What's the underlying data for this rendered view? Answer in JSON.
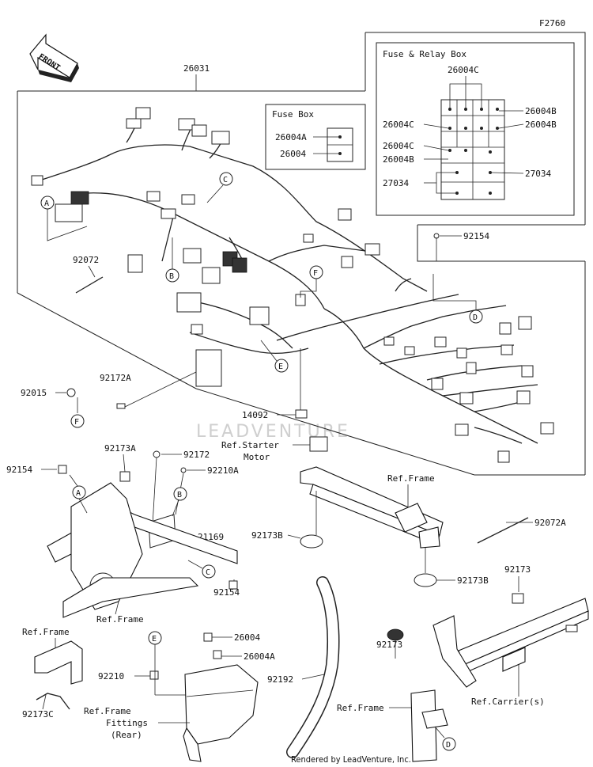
{
  "diagram_code": "F2760",
  "front_label": "FRONT",
  "watermark": "LEADVENTURE",
  "footer": "Rendered by LeadVenture, Inc.",
  "fuse_relay_box": {
    "title": "Fuse & Relay Box",
    "labels": [
      "26004C",
      "26004B",
      "26004C",
      "26004B",
      "26004C",
      "26004B",
      "27034",
      "27034"
    ]
  },
  "fuse_box": {
    "title": "Fuse Box",
    "labels": [
      "26004A",
      "26004"
    ]
  },
  "part_labels": {
    "p26031": "26031",
    "p92072": "92072",
    "p92154_top": "92154",
    "p92172A": "92172A",
    "p92015": "92015",
    "p14092": "14092",
    "ref_starter_1": "Ref.Starter",
    "ref_starter_2": "Motor",
    "p92173A": "92173A",
    "p92172": "92172",
    "p92154_left": "92154",
    "p92210A": "92210A",
    "p21169": "21169",
    "ref_frame_left": "Ref.Frame",
    "p92154_bottom": "92154",
    "ref_frame_mid": "Ref.Frame",
    "p92173B_1": "92173B",
    "p92173B_2": "92173B",
    "p92072A": "92072A",
    "p92173_1": "92173",
    "p92173_2": "92173",
    "ref_frame_bl": "Ref.Frame",
    "p92210": "92210",
    "p26004": "26004",
    "p26004A": "26004A",
    "ref_fittings_1": "Ref.Frame",
    "ref_fittings_2": "Fittings",
    "ref_fittings_3": "(Rear)",
    "p92173C": "92173C",
    "p92192": "92192",
    "ref_frame_br": "Ref.Frame",
    "ref_carrier": "Ref.Carrier(s)"
  },
  "callouts": {
    "A": "A",
    "B": "B",
    "C": "C",
    "D": "D",
    "E": "E",
    "F": "F"
  }
}
